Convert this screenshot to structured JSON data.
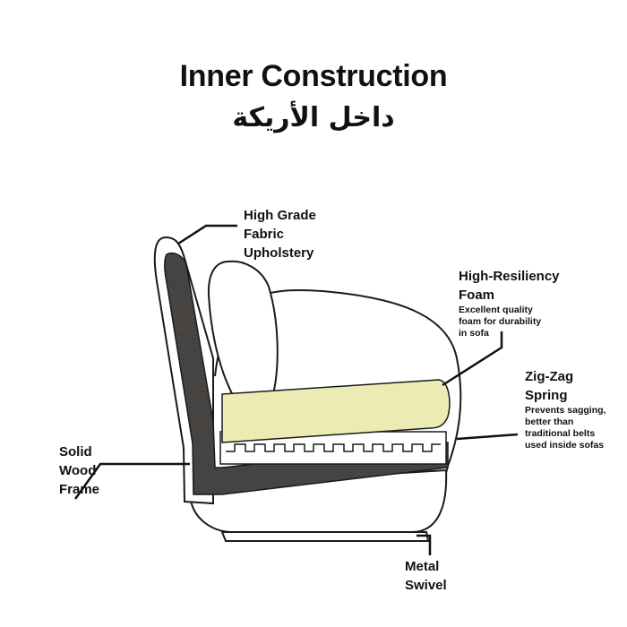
{
  "title": "Inner Construction",
  "subtitle_ar": "داخل الأريكة",
  "labels": {
    "fabric": {
      "lines": [
        "High Grade",
        "Fabric",
        "Upholstery"
      ]
    },
    "foam": {
      "lines": [
        "High-Resiliency",
        "Foam"
      ],
      "desc": [
        "Excellent quality",
        "foam for durability",
        "in sofa"
      ]
    },
    "spring": {
      "lines": [
        "Zig-Zag",
        "Spring"
      ],
      "desc": [
        "Prevents sagging,",
        "better than",
        "traditional belts",
        "used inside sofas"
      ]
    },
    "frame": {
      "lines": [
        "Solid",
        "Wood",
        "Frame"
      ]
    },
    "swivel": {
      "lines": [
        "Metal",
        "Swivel"
      ]
    }
  },
  "colors": {
    "foam": "#ecebb4",
    "wood": "#4a4745",
    "outline": "#1a1a1a"
  }
}
